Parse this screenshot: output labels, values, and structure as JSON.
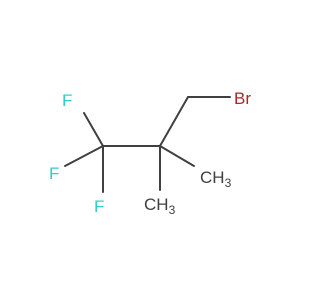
{
  "molecule": {
    "atoms": {
      "f_top": "F",
      "f_left": "F",
      "f_bottom": "F",
      "br": "Br",
      "methyl_right": {
        "main": "CH",
        "sub": "3"
      },
      "methyl_bottom": {
        "main": "CH",
        "sub": "3"
      }
    },
    "colors": {
      "bond": "#404040",
      "fluorine": "#33cccc",
      "bromine": "#a62929",
      "carbon": "#404040"
    }
  }
}
